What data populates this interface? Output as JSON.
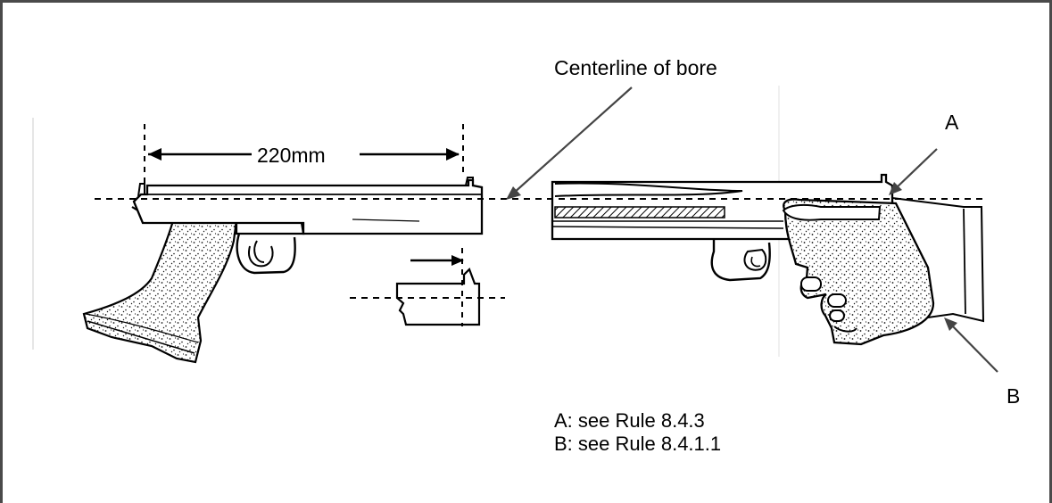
{
  "labels": {
    "centerline": "Centerline of bore",
    "dimension": "220mm",
    "marker_a": "A",
    "marker_b": "B"
  },
  "notes": [
    "A: see Rule 8.4.3",
    "B: see Rule 8.4.1.1"
  ]
}
